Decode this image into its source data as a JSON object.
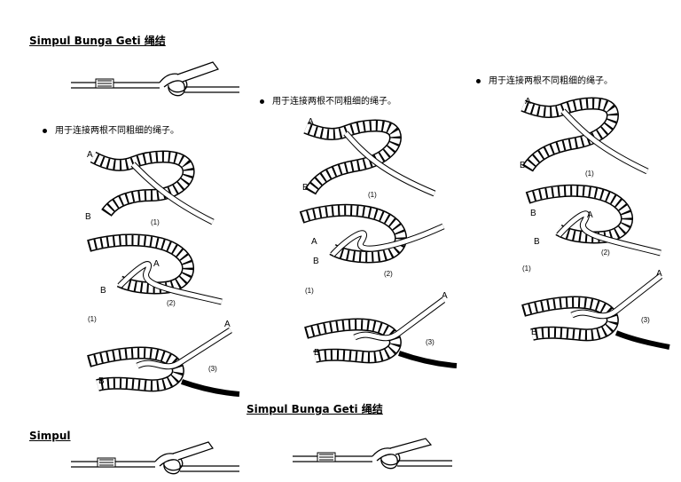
{
  "titles": {
    "top": "Simpul Bunga Geti 绳结",
    "middle": "Simpul Bunga Geti 绳结",
    "bottom_partial": "Simpul"
  },
  "bullets": {
    "left": "用于连接两根不同粗细的绳子。",
    "center": "用于连接两根不同粗细的绳子。",
    "right": "用于连接两根不同粗细的绳子。"
  },
  "labels": {
    "a": "A",
    "b": "B",
    "step1": "(1)",
    "step2": "(2)",
    "step3": "(3)"
  }
}
